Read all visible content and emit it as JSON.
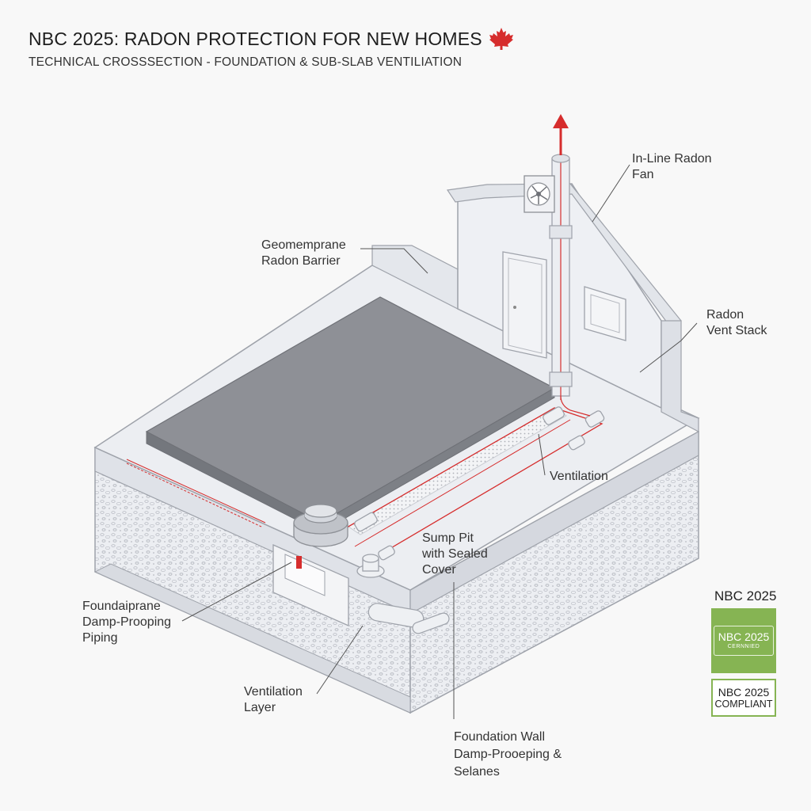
{
  "header": {
    "title": "NBC 2025: RADON PROTECTION FOR NEW HOMES",
    "subtitle": "TECHNICAL CROSSSECTION - FOUNDATION & SUB-SLAB VENTILIATION",
    "flag_color": "#d62d2d"
  },
  "labels": {
    "fan": [
      "In-Line Radon",
      "Fan"
    ],
    "barrier": [
      "Geomemprane",
      "Radon Barrier"
    ],
    "stack": [
      "Radon",
      "Vent Stack"
    ],
    "ventilation": "Ventilation",
    "sump": [
      "Sump Pit",
      "with Sealed",
      "Cover"
    ],
    "piping": [
      "Foundaiprane",
      "Damp-Prooping",
      "Piping"
    ],
    "vent_layer": [
      "Ventilation",
      "Layer"
    ],
    "wall": [
      "Foundation Wall",
      "Damp-Prooeping &",
      "Selanes"
    ]
  },
  "badges": {
    "heading": "NBC 2025",
    "green_line1": "NBC 2025",
    "green_line2": "CERNNIED",
    "box_line1": "NBC 2025",
    "box_line2": "COMPLIANT",
    "green_color": "#86b453"
  },
  "colors": {
    "accent_red": "#d62d2d",
    "slab_grey": "#8e9096",
    "wall_grey": "#e3e6ec"
  }
}
